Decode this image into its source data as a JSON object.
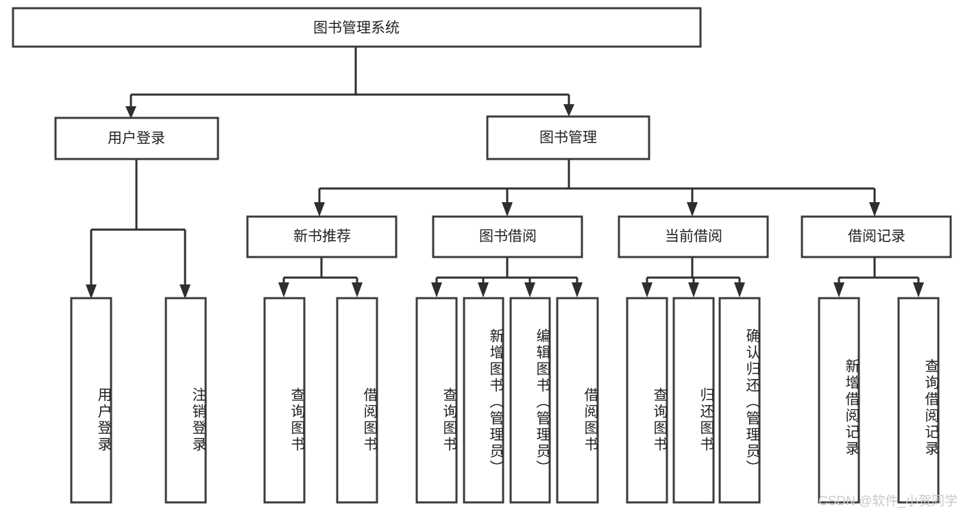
{
  "diagram": {
    "type": "tree",
    "title": "图书管理系统",
    "watermark": "CSDN @软件_小贺同学",
    "colors": {
      "box_stroke": "#3b3b3b",
      "connector": "#2e2e2e",
      "background": "#ffffff",
      "text": "#222222",
      "watermark": "#c9c9c9"
    },
    "root": {
      "label": "图书管理系统"
    },
    "level2": [
      {
        "label": "用户登录"
      },
      {
        "label": "图书管理"
      }
    ],
    "level3": [
      {
        "label": "新书推荐"
      },
      {
        "label": "图书借阅"
      },
      {
        "label": "当前借阅"
      },
      {
        "label": "借阅记录"
      }
    ],
    "leaves": {
      "user_login": [
        {
          "label": "用户登录"
        },
        {
          "label": "注销登录"
        }
      ],
      "new_books": [
        {
          "label": "查询图书"
        },
        {
          "label": "借阅图书"
        }
      ],
      "book_borrow": [
        {
          "label": "查询图书"
        },
        {
          "label": "新增图书（管理员）"
        },
        {
          "label": "编辑图书（管理员）"
        },
        {
          "label": "借阅图书"
        }
      ],
      "current_borrow": [
        {
          "label": "查询图书"
        },
        {
          "label": "归还图书"
        },
        {
          "label": "确认归还（管理员）"
        }
      ],
      "borrow_record": [
        {
          "label": "新增借阅记录"
        },
        {
          "label": "查询借阅记录"
        }
      ]
    }
  }
}
